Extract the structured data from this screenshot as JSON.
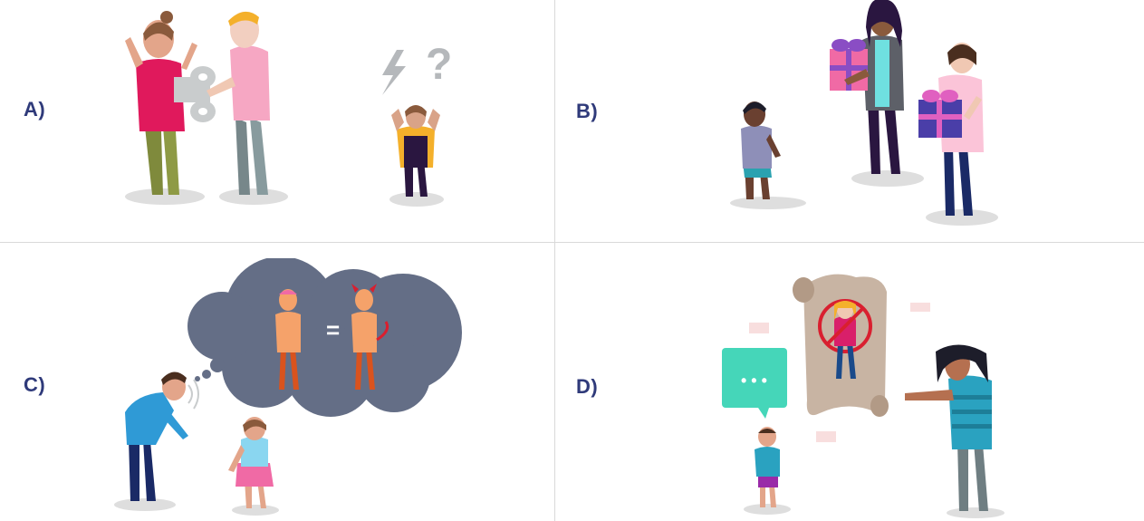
{
  "panels": [
    {
      "label": "A)"
    },
    {
      "label": "B)"
    },
    {
      "label": "C)"
    },
    {
      "label": "D)"
    }
  ],
  "thought": {
    "equals_sign": "="
  },
  "speech_bubble": {
    "text": "• • •"
  },
  "question_mark": "?",
  "colors": {
    "label": "#2f3a7a",
    "divider": "#d9d9d9",
    "cloud": "#646e86",
    "bubble": "#45d6b9",
    "scroll": "#c8b4a3",
    "no_sign": "#d91f2f"
  },
  "icons": [
    "lightning-icon",
    "question-icon",
    "wind-up-key-icon",
    "gift-icon",
    "thought-cloud-icon",
    "devil-horns-icon",
    "speech-bubble-icon",
    "no-sign-icon",
    "scroll-icon",
    "sound-waves-icon"
  ]
}
